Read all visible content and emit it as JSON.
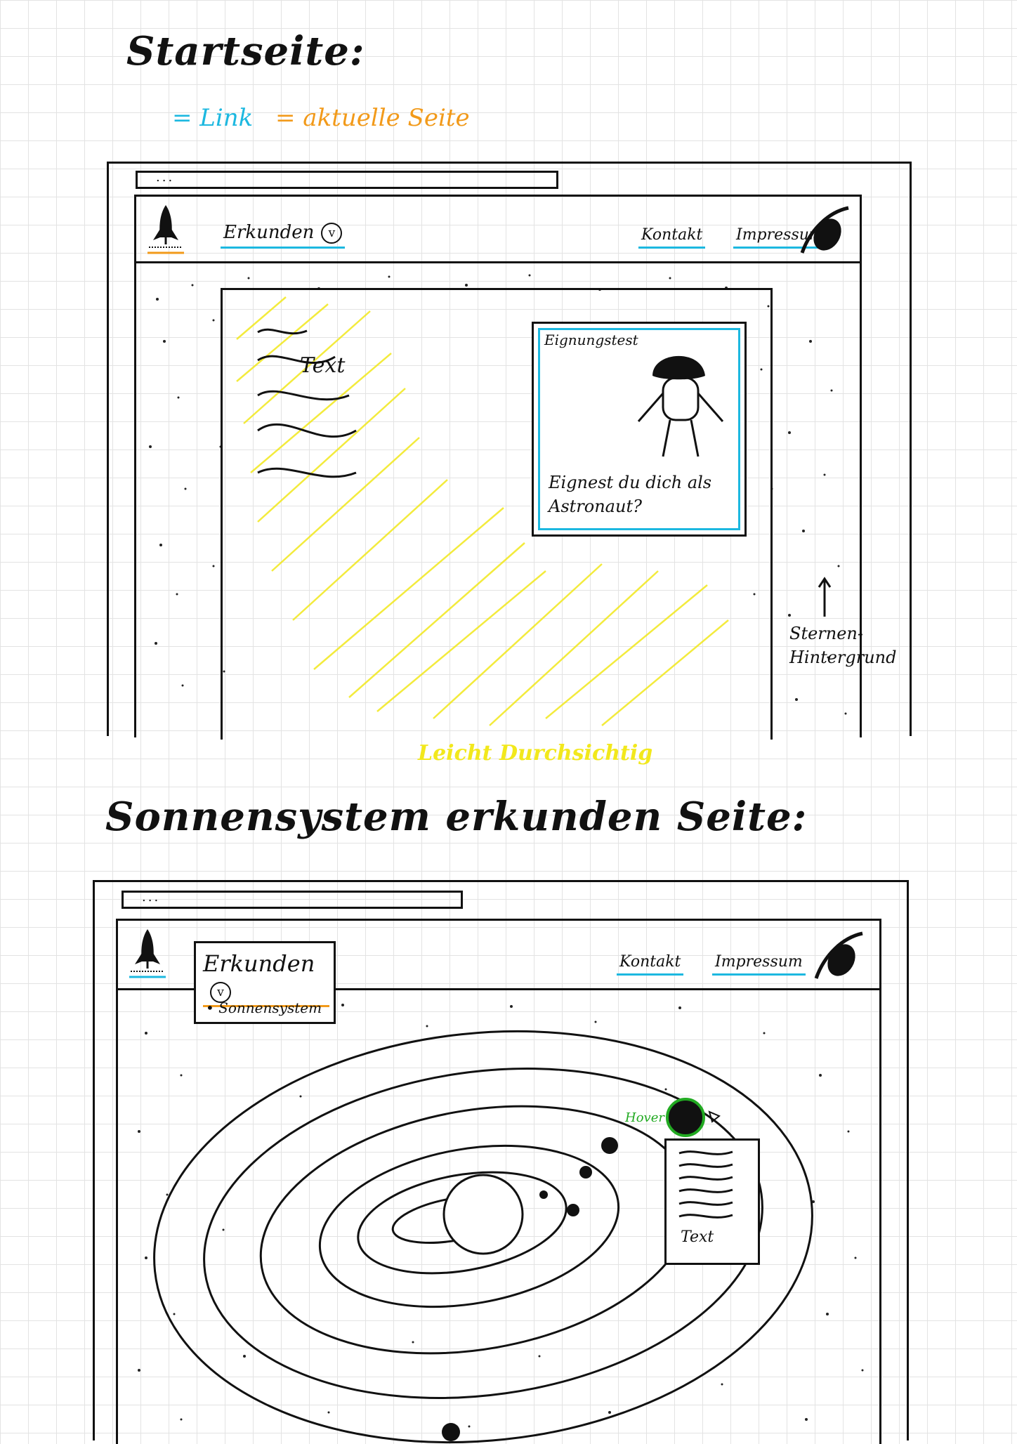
{
  "headings": {
    "start_page": "Startseite:",
    "solar_page": "Sonnensystem erkunden Seite:"
  },
  "legend": {
    "link": "= Link",
    "current_page": "= aktuelle Seite"
  },
  "colors": {
    "link": "#1cb8e0",
    "current_page": "#f29a1a",
    "highlight": "#f2e81c",
    "hover": "#22aa22"
  },
  "start_mockup": {
    "url": "...",
    "nav": {
      "explore_label": "Erkunden",
      "explore_badge": "v",
      "contact": "Kontakt",
      "imprint": "Impressum"
    },
    "content_text_label": "Text",
    "test_card": {
      "title": "Eignungstest",
      "question": "Eignest du dich als Astronaut?"
    },
    "star_background_note": "Sternen-Hintergrund",
    "yellow_note": "Leicht Durchsichtig"
  },
  "solar_mockup": {
    "url": "...",
    "nav": {
      "explore_label": "Erkunden",
      "explore_badge": "v",
      "dropdown_item": "Sonnensystem",
      "contact": "Kontakt",
      "imprint": "Impressum"
    },
    "hover_label": "Hover",
    "info_text_label": "Text"
  },
  "icons": [
    "rocket-icon",
    "eye-logo-icon",
    "astronaut-icon",
    "cursor-icon",
    "arrow-up-icon"
  ]
}
